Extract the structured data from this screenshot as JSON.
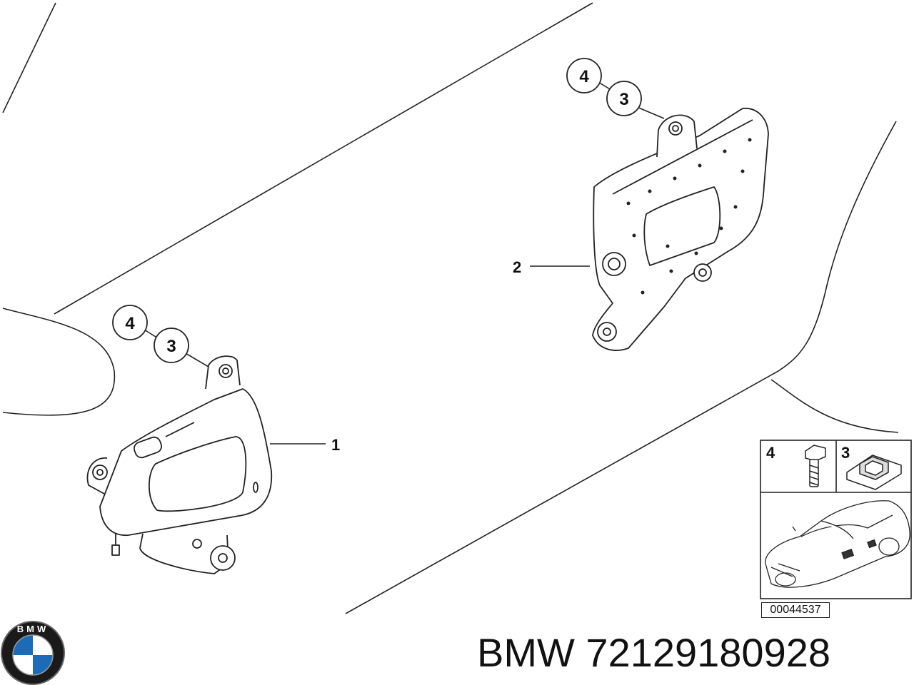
{
  "parts": [
    {
      "ref": "1"
    },
    {
      "ref": "2"
    },
    {
      "ref": "3"
    },
    {
      "ref": "4"
    }
  ],
  "callouts": {
    "left_upper": "4",
    "left_lower": "3",
    "right_upper": "4",
    "right_lower": "3",
    "label_1": "1",
    "label_2": "2"
  },
  "legend": {
    "bolt_ref": "4",
    "clip_ref": "3"
  },
  "diagram_number": "00044537",
  "caption": {
    "brand": "BMW",
    "part_number": "72129180928"
  },
  "logo": {
    "letters": "BMW",
    "colors": {
      "ring": "#1a1a1a",
      "blue": "#1c6bb7",
      "white": "#ffffff"
    }
  }
}
